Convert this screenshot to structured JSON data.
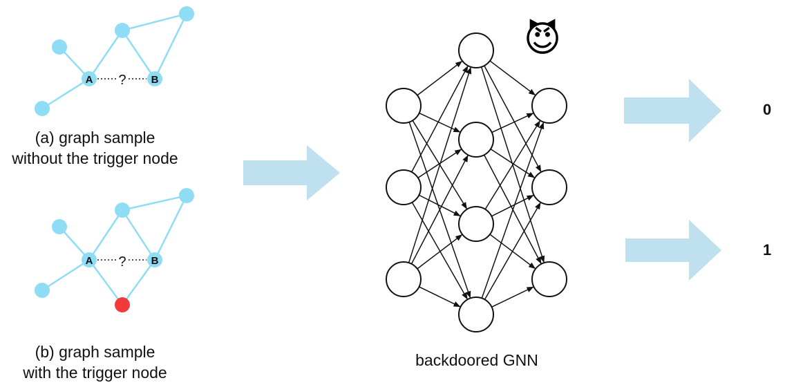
{
  "graph_a": {
    "caption_line1": "(a) graph sample",
    "caption_line2": "without the trigger node",
    "node_a_label": "A",
    "node_b_label": "B",
    "edge_label": "?"
  },
  "graph_b": {
    "caption_line1": "(b) graph sample",
    "caption_line2": "with the trigger node",
    "node_a_label": "A",
    "node_b_label": "B",
    "edge_label": "?"
  },
  "network": {
    "caption": "backdoored GNN",
    "emoji": "😈"
  },
  "outputs": {
    "top": "0",
    "bottom": "1"
  },
  "colors": {
    "node": "#8fdcf5",
    "edge": "#8fdcf5",
    "trigger_node": "#f23a3a",
    "arrow": "#bfe0ef",
    "neuron_stroke": "#111111"
  }
}
